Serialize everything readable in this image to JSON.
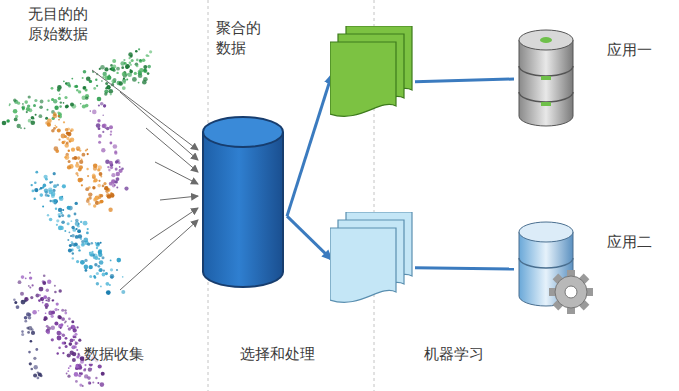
{
  "diagram": {
    "nodes": [
      {
        "text": [
          "聚合的 数据"
        ]
      },
      {
        "text": []
      },
      {
        "text": []
      },
      {
        "text": [
          "应用一"
        ]
      },
      {
        "text": [
          "应用二"
        ]
      }
    ],
    "edges": [
      {
        "from": 0,
        "to": 1,
        "arrow": "to"
      },
      {
        "from": 0,
        "to": 2,
        "arrow": "to"
      },
      {
        "from": 1,
        "to": 3,
        "arrow": "none"
      },
      {
        "from": 2,
        "to": 4,
        "arrow": "none"
      }
    ],
    "labels": [
      "无目的的 原始数据",
      "数据收集",
      "选择和处理",
      "机器学习"
    ]
  }
}
